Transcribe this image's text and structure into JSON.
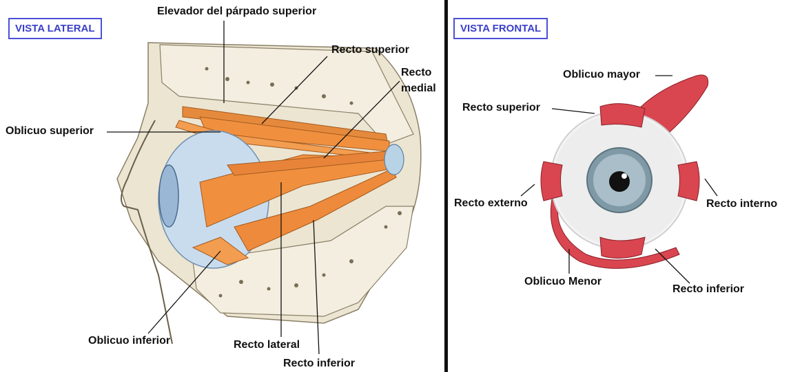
{
  "lateral": {
    "view_title": "VISTA LATERAL",
    "labels": {
      "levator": "Elevador del párpado superior",
      "superior_rectus": "Recto superior",
      "medial_rectus": "Recto\nmedial",
      "superior_oblique": "Oblicuo superior",
      "inferior_oblique": "Oblicuo inferior",
      "lateral_rectus": "Recto lateral",
      "inferior_rectus": "Recto inferior"
    }
  },
  "frontal": {
    "view_title": "VISTA FRONTAL",
    "labels": {
      "superior_oblique": "Oblicuo mayor",
      "superior_rectus": "Recto superior",
      "lateral_rectus": "Recto externo",
      "medial_rectus": "Recto interno",
      "inferior_oblique": "Oblicuo Menor",
      "inferior_rectus": "Recto inferior"
    }
  },
  "colors": {
    "muscle_lateral": "#f0903f",
    "muscle_frontal": "#d94650",
    "bone": "#e8e1cf",
    "tendon": "#b9d3e6",
    "view_tag": "#3a40c8"
  }
}
